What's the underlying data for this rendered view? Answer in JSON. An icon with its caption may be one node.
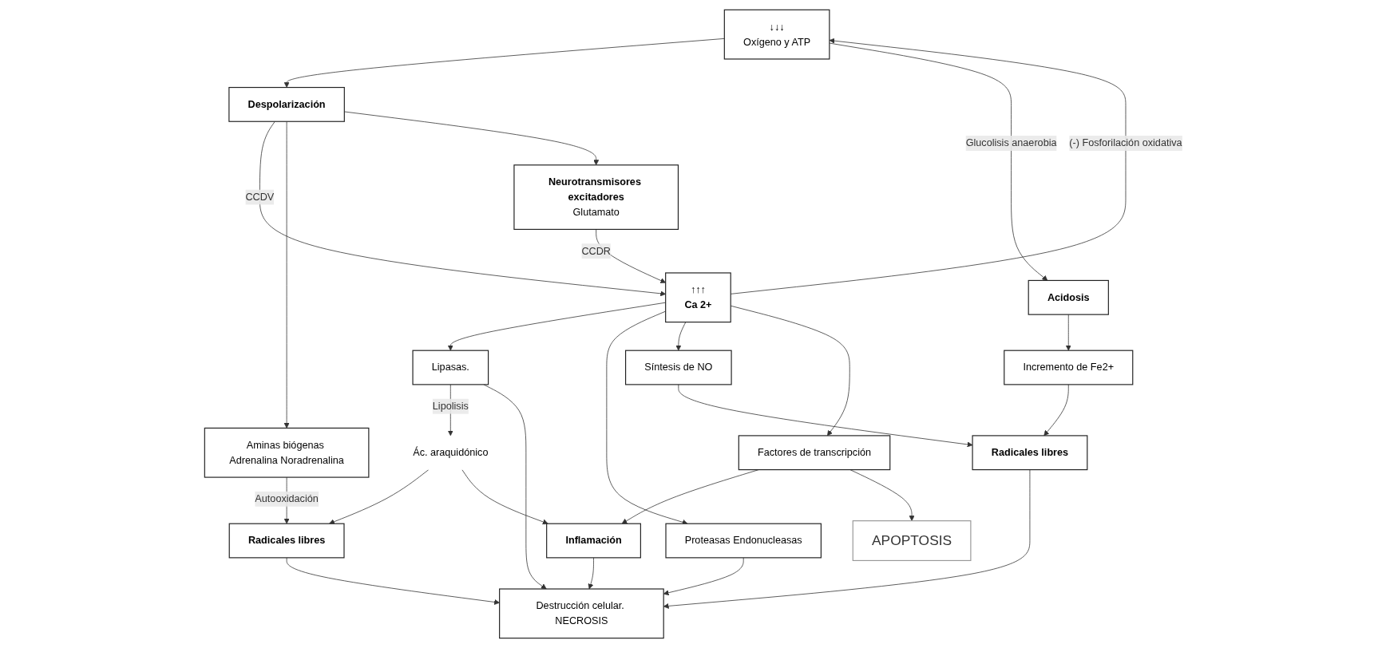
{
  "diagram": {
    "nodes": [
      {
        "text": [
          "↓↓↓",
          "Oxígeno y ATP"
        ]
      },
      {
        "text": [
          "Despolarización"
        ]
      },
      {
        "text": [
          "↑↑↑",
          "Ca 2+"
        ]
      },
      {
        "text": [
          "Acidosis"
        ]
      },
      {
        "text": [
          "Aminas biógenas Adrenalina Noradrenalina"
        ]
      },
      {
        "text": [
          "Neurotransmisores excitadores",
          "Glutamato"
        ]
      },
      {
        "text": [
          "Incremento de Fe2+"
        ]
      },
      {
        "text": [
          "Lipasas."
        ]
      },
      {
        "text": [
          "Proteasas Endonucleasas"
        ]
      },
      {
        "text": [
          "Síntesis de NO"
        ]
      },
      {
        "text": [
          "Factores de transcripción"
        ]
      },
      {
        "text": [
          "Ác. araquidónico"
        ]
      },
      {
        "text": [
          "Radicales libres"
        ]
      },
      {
        "text": [
          "Inflamación"
        ]
      },
      {
        "text": [
          "APOPTOSIS"
        ]
      },
      {
        "text": [
          "Radicales libres"
        ]
      },
      {
        "text": [
          "Destrucción celular. NECROSIS"
        ]
      }
    ],
    "edges": [
      {
        "from": 0,
        "to": 1,
        "arrow": "to"
      },
      {
        "from": 0,
        "to": 3,
        "arrow": "to",
        "label": "Glucolisis anaerobia"
      },
      {
        "from": 1,
        "to": 2,
        "arrow": "to",
        "label": "CCDV"
      },
      {
        "from": 2,
        "to": 0,
        "arrow": "to",
        "label": "(-) Fosforilación oxidativa"
      },
      {
        "from": 1,
        "to": 4,
        "arrow": "to"
      },
      {
        "from": 1,
        "to": 5,
        "arrow": "to"
      },
      {
        "from": 5,
        "to": 2,
        "arrow": "to",
        "label": "CCDR"
      },
      {
        "from": 2,
        "to": 7,
        "arrow": "to"
      },
      {
        "from": 2,
        "to": 8,
        "arrow": "to"
      },
      {
        "from": 2,
        "to": 9,
        "arrow": "to"
      },
      {
        "from": 2,
        "to": 10,
        "arrow": "to"
      },
      {
        "from": 3,
        "to": 6,
        "arrow": "to"
      },
      {
        "from": 6,
        "to": 15,
        "arrow": "to"
      },
      {
        "from": 9,
        "to": 15,
        "arrow": "to"
      },
      {
        "from": 4,
        "to": 12,
        "arrow": "to",
        "label": "Autooxidación"
      },
      {
        "from": 7,
        "to": 11,
        "arrow": "to",
        "label": "Lipolisis"
      },
      {
        "from": 7,
        "to": 16,
        "arrow": "to"
      },
      {
        "from": 8,
        "to": 16,
        "arrow": "to"
      },
      {
        "from": 10,
        "to": 13,
        "arrow": "to"
      },
      {
        "from": 10,
        "to": 14,
        "arrow": "to"
      },
      {
        "from": 11,
        "to": 12,
        "arrow": "to"
      },
      {
        "from": 11,
        "to": 13,
        "arrow": "to"
      },
      {
        "from": 12,
        "to": 16,
        "arrow": "to"
      },
      {
        "from": 13,
        "to": 16,
        "arrow": "to"
      },
      {
        "from": 15,
        "to": 16,
        "arrow": "to"
      }
    ]
  }
}
